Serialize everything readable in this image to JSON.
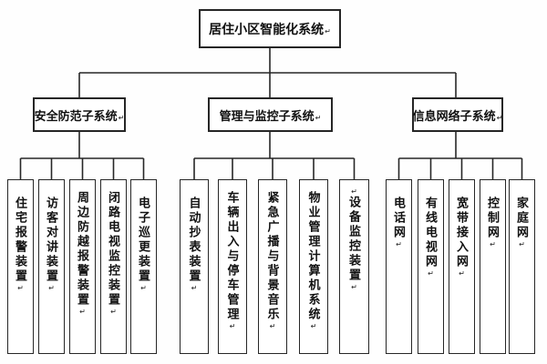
{
  "diagram": {
    "title": "居住小区智能化系统",
    "paragraph_mark": "↵",
    "branches": [
      {
        "label": "安全防范子系统",
        "children": [
          "住宅报警装置",
          "访客对讲装置",
          "周边防越报警装置",
          "闭路电视监控装置",
          "电子巡更装置"
        ]
      },
      {
        "label": "管理与监控子系统",
        "children": [
          "自动抄表装置",
          "车辆出入与停车管理",
          "紧急广播与背景音乐",
          "物业管理计算机系统",
          "设备监控装置"
        ]
      },
      {
        "label": "信息网络子系统",
        "children": [
          "电话网",
          "有线电视网",
          "宽带接入网",
          "控制网",
          "家庭网"
        ]
      }
    ]
  }
}
